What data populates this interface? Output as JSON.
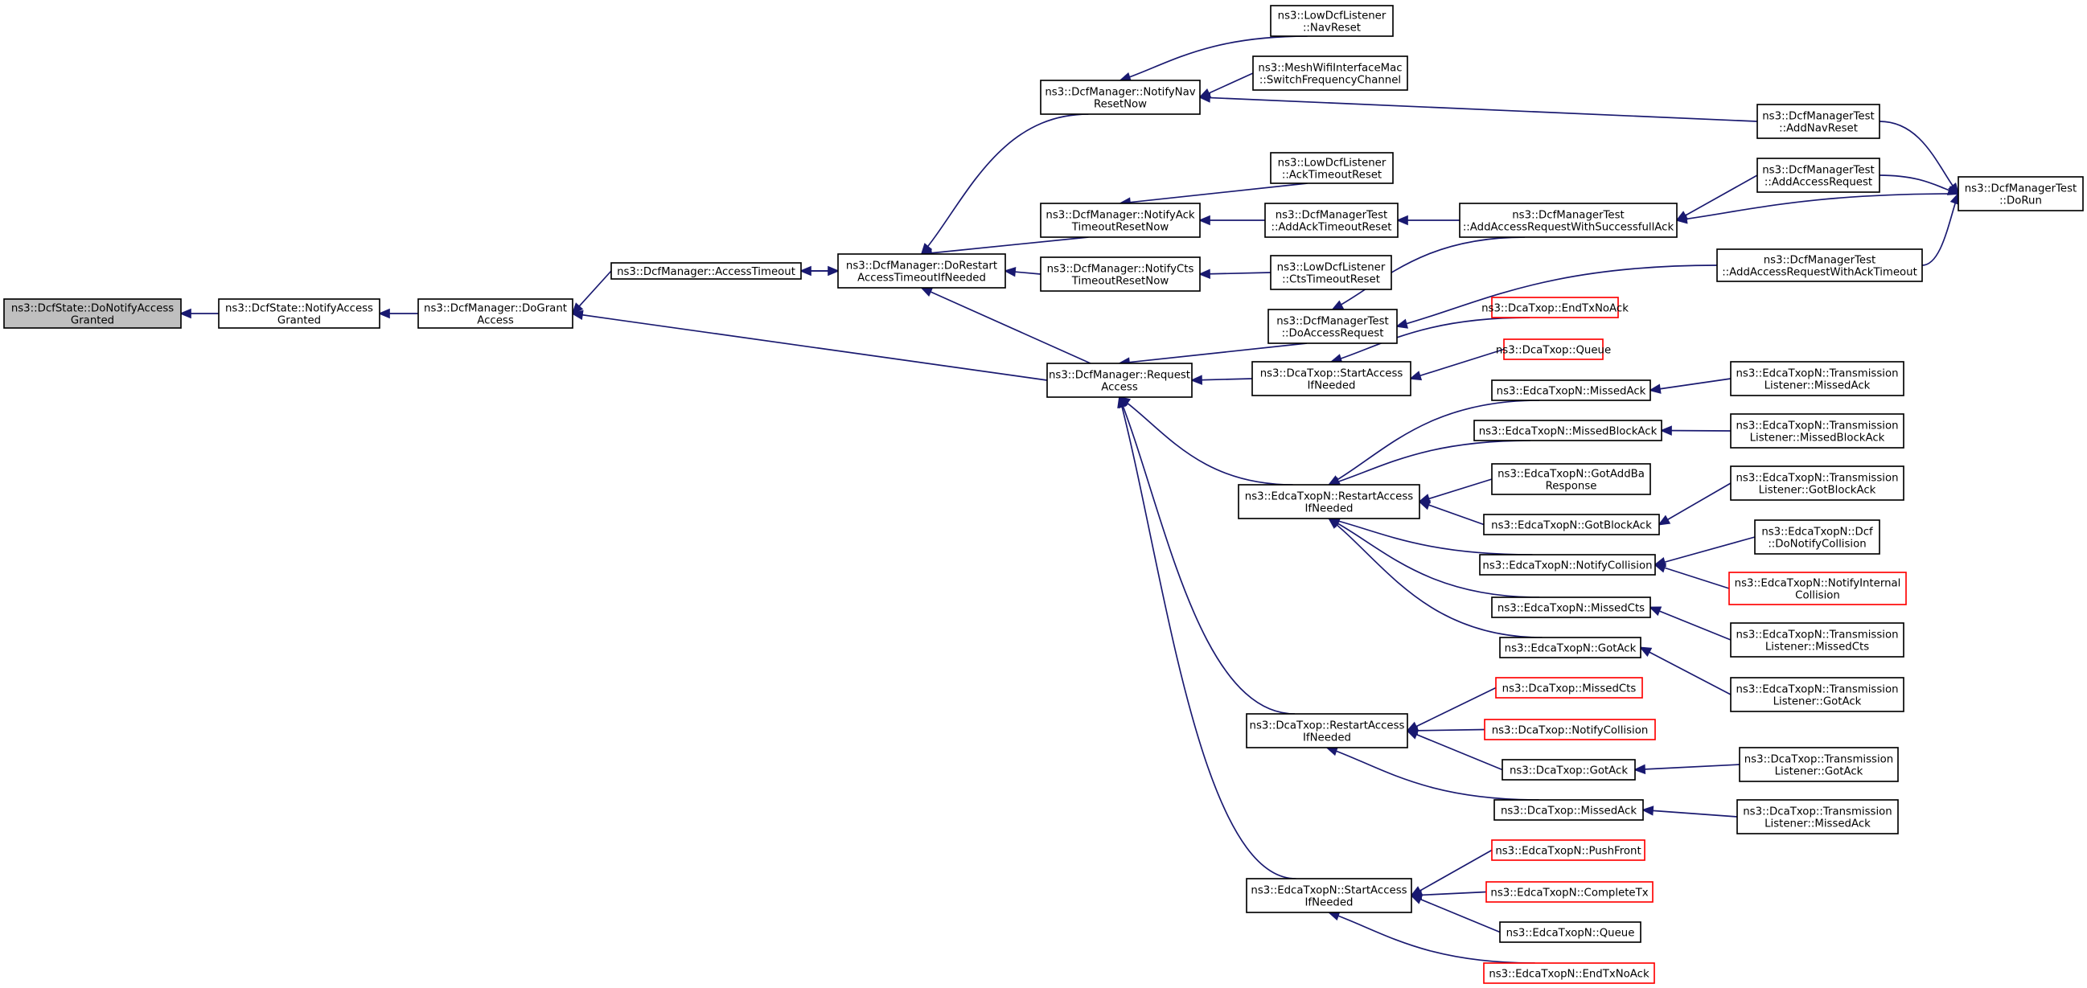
{
  "diagram": {
    "colors": {
      "edge": "#191970",
      "node_border": "#000000",
      "node_border_undocumented": "#ff0000",
      "root_fill": "#bfbfbf",
      "node_fill": "#ffffff"
    },
    "nodes": [
      {
        "id": "n0",
        "lines": [
          "ns3::DcfState::DoNotifyAccess",
          "Granted"
        ],
        "style": "root"
      },
      {
        "id": "n1",
        "lines": [
          "ns3::DcfState::NotifyAccess",
          "Granted"
        ]
      },
      {
        "id": "n2",
        "lines": [
          "ns3::DcfManager::DoGrant",
          "Access"
        ]
      },
      {
        "id": "n3",
        "lines": [
          "ns3::DcfManager::AccessTimeout"
        ]
      },
      {
        "id": "n4",
        "lines": [
          "ns3::DcfManager::DoRestart",
          "AccessTimeoutIfNeeded"
        ]
      },
      {
        "id": "n5",
        "lines": [
          "ns3::DcfManager::NotifyNav",
          "ResetNow"
        ]
      },
      {
        "id": "n6",
        "lines": [
          "ns3::LowDcfListener",
          "::NavReset"
        ]
      },
      {
        "id": "n7",
        "lines": [
          "ns3::MeshWifiInterfaceMac",
          "::SwitchFrequencyChannel"
        ]
      },
      {
        "id": "n8",
        "lines": [
          "ns3::DcfManagerTest",
          "::AddNavReset"
        ]
      },
      {
        "id": "n9",
        "lines": [
          "ns3::DcfManagerTest",
          "::DoRun"
        ]
      },
      {
        "id": "n10",
        "lines": [
          "ns3::DcfManager::NotifyAck",
          "TimeoutResetNow"
        ]
      },
      {
        "id": "n11",
        "lines": [
          "ns3::LowDcfListener",
          "::AckTimeoutReset"
        ]
      },
      {
        "id": "n12",
        "lines": [
          "ns3::DcfManagerTest",
          "::AddAckTimeoutReset"
        ]
      },
      {
        "id": "n13",
        "lines": [
          "ns3::DcfManagerTest",
          "::AddAccessRequestWithSuccessfullAck"
        ]
      },
      {
        "id": "n14",
        "lines": [
          "ns3::DcfManagerTest",
          "::AddAccessRequest"
        ]
      },
      {
        "id": "n15",
        "lines": [
          "ns3::DcfManager::NotifyCts",
          "TimeoutResetNow"
        ]
      },
      {
        "id": "n16",
        "lines": [
          "ns3::LowDcfListener",
          "::CtsTimeoutReset"
        ]
      },
      {
        "id": "n17",
        "lines": [
          "ns3::DcfManagerTest",
          "::AddAccessRequestWithAckTimeout"
        ]
      },
      {
        "id": "n18",
        "lines": [
          "ns3::DcfManager::Request",
          "Access"
        ]
      },
      {
        "id": "n19",
        "lines": [
          "ns3::DcfManagerTest",
          "::DoAccessRequest"
        ]
      },
      {
        "id": "n20",
        "lines": [
          "ns3::DcaTxop::EndTxNoAck"
        ],
        "style": "red"
      },
      {
        "id": "n21",
        "lines": [
          "ns3::DcaTxop::StartAccess",
          "IfNeeded"
        ]
      },
      {
        "id": "n22",
        "lines": [
          "ns3::DcaTxop::Queue"
        ],
        "style": "red"
      },
      {
        "id": "n23",
        "lines": [
          "ns3::EdcaTxopN::MissedAck"
        ]
      },
      {
        "id": "n24",
        "lines": [
          "ns3::EdcaTxopN::Transmission",
          "Listener::MissedAck"
        ]
      },
      {
        "id": "n25",
        "lines": [
          "ns3::EdcaTxopN::MissedBlockAck"
        ]
      },
      {
        "id": "n26",
        "lines": [
          "ns3::EdcaTxopN::Transmission",
          "Listener::MissedBlockAck"
        ]
      },
      {
        "id": "n27",
        "lines": [
          "ns3::EdcaTxopN::GotAddBa",
          "Response"
        ]
      },
      {
        "id": "n28",
        "lines": [
          "ns3::EdcaTxopN::Transmission",
          "Listener::GotBlockAck"
        ]
      },
      {
        "id": "n29",
        "lines": [
          "ns3::EdcaTxopN::RestartAccess",
          "IfNeeded"
        ]
      },
      {
        "id": "n30",
        "lines": [
          "ns3::EdcaTxopN::GotBlockAck"
        ]
      },
      {
        "id": "n31",
        "lines": [
          "ns3::EdcaTxopN::Dcf",
          "::DoNotifyCollision"
        ]
      },
      {
        "id": "n32",
        "lines": [
          "ns3::EdcaTxopN::NotifyCollision"
        ]
      },
      {
        "id": "n33",
        "lines": [
          "ns3::EdcaTxopN::NotifyInternal",
          "Collision"
        ],
        "style": "red"
      },
      {
        "id": "n34",
        "lines": [
          "ns3::EdcaTxopN::MissedCts"
        ]
      },
      {
        "id": "n35",
        "lines": [
          "ns3::EdcaTxopN::Transmission",
          "Listener::MissedCts"
        ]
      },
      {
        "id": "n36",
        "lines": [
          "ns3::EdcaTxopN::GotAck"
        ]
      },
      {
        "id": "n37",
        "lines": [
          "ns3::EdcaTxopN::Transmission",
          "Listener::GotAck"
        ]
      },
      {
        "id": "n38",
        "lines": [
          "ns3::DcaTxop::MissedCts"
        ],
        "style": "red"
      },
      {
        "id": "n39",
        "lines": [
          "ns3::DcaTxop::RestartAccess",
          "IfNeeded"
        ]
      },
      {
        "id": "n40",
        "lines": [
          "ns3::DcaTxop::NotifyCollision"
        ],
        "style": "red"
      },
      {
        "id": "n41",
        "lines": [
          "ns3::DcaTxop::GotAck"
        ]
      },
      {
        "id": "n42",
        "lines": [
          "ns3::DcaTxop::Transmission",
          "Listener::GotAck"
        ]
      },
      {
        "id": "n43",
        "lines": [
          "ns3::DcaTxop::MissedAck"
        ]
      },
      {
        "id": "n44",
        "lines": [
          "ns3::DcaTxop::Transmission",
          "Listener::MissedAck"
        ]
      },
      {
        "id": "n45",
        "lines": [
          "ns3::EdcaTxopN::PushFront"
        ],
        "style": "red"
      },
      {
        "id": "n46",
        "lines": [
          "ns3::EdcaTxopN::StartAccess",
          "IfNeeded"
        ]
      },
      {
        "id": "n47",
        "lines": [
          "ns3::EdcaTxopN::CompleteTx"
        ],
        "style": "red"
      },
      {
        "id": "n48",
        "lines": [
          "ns3::EdcaTxopN::Queue"
        ]
      },
      {
        "id": "n49",
        "lines": [
          "ns3::EdcaTxopN::EndTxNoAck"
        ],
        "style": "red"
      }
    ],
    "edges": [
      {
        "from": "n1",
        "to": "n0"
      },
      {
        "from": "n2",
        "to": "n1"
      },
      {
        "from": "n3",
        "to": "n2"
      },
      {
        "from": "n18",
        "to": "n2"
      },
      {
        "from": "n4",
        "to": "n3"
      },
      {
        "from": "n3",
        "to": "n4"
      },
      {
        "from": "n5",
        "to": "n4"
      },
      {
        "from": "n10",
        "to": "n4"
      },
      {
        "from": "n15",
        "to": "n4"
      },
      {
        "from": "n18",
        "to": "n4"
      },
      {
        "from": "n6",
        "to": "n5"
      },
      {
        "from": "n7",
        "to": "n5"
      },
      {
        "from": "n8",
        "to": "n5"
      },
      {
        "from": "n8",
        "to": "n9"
      },
      {
        "from": "n11",
        "to": "n10"
      },
      {
        "from": "n12",
        "to": "n10"
      },
      {
        "from": "n13",
        "to": "n12"
      },
      {
        "from": "n14",
        "to": "n13"
      },
      {
        "from": "n9",
        "to": "n13"
      },
      {
        "from": "n14",
        "to": "n9"
      },
      {
        "from": "n16",
        "to": "n15"
      },
      {
        "from": "n17",
        "to": "n9"
      },
      {
        "from": "n19",
        "to": "n18"
      },
      {
        "from": "n21",
        "to": "n18"
      },
      {
        "from": "n29",
        "to": "n18"
      },
      {
        "from": "n39",
        "to": "n18"
      },
      {
        "from": "n46",
        "to": "n18"
      },
      {
        "from": "n13",
        "to": "n19"
      },
      {
        "from": "n17",
        "to": "n19"
      },
      {
        "from": "n20",
        "to": "n21"
      },
      {
        "from": "n22",
        "to": "n21"
      },
      {
        "from": "n23",
        "to": "n29"
      },
      {
        "from": "n25",
        "to": "n29"
      },
      {
        "from": "n27",
        "to": "n29"
      },
      {
        "from": "n30",
        "to": "n29"
      },
      {
        "from": "n32",
        "to": "n29"
      },
      {
        "from": "n34",
        "to": "n29"
      },
      {
        "from": "n36",
        "to": "n29"
      },
      {
        "from": "n24",
        "to": "n23"
      },
      {
        "from": "n26",
        "to": "n25"
      },
      {
        "from": "n28",
        "to": "n30"
      },
      {
        "from": "n31",
        "to": "n32"
      },
      {
        "from": "n33",
        "to": "n32"
      },
      {
        "from": "n35",
        "to": "n34"
      },
      {
        "from": "n37",
        "to": "n36"
      },
      {
        "from": "n38",
        "to": "n39"
      },
      {
        "from": "n40",
        "to": "n39"
      },
      {
        "from": "n41",
        "to": "n39"
      },
      {
        "from": "n43",
        "to": "n39"
      },
      {
        "from": "n42",
        "to": "n41"
      },
      {
        "from": "n44",
        "to": "n43"
      },
      {
        "from": "n45",
        "to": "n46"
      },
      {
        "from": "n47",
        "to": "n46"
      },
      {
        "from": "n48",
        "to": "n46"
      },
      {
        "from": "n49",
        "to": "n46"
      }
    ]
  }
}
